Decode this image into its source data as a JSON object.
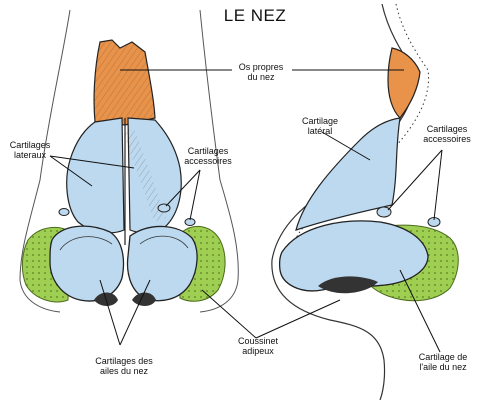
{
  "title": "LE NEZ",
  "colors": {
    "bone": "#e8924a",
    "cartilage": "#bcd9ef",
    "fat": "#9fcf52",
    "outline": "#222222",
    "skin": "#ffffff"
  },
  "labels": {
    "os_propres": "Os propres\ndu nez",
    "cartilages_lateraux": "Cartilages\nlateraux",
    "cartilages_accessoires_front": "Cartilages\naccessoires",
    "cartilage_lateral": "Cartilage\nlatéral",
    "cartilages_accessoires_side": "Cartilages\naccessoires",
    "cartilages_ailes": "Cartilages des\nailes du nez",
    "coussinet_adipeux": "Coussinet\nadipeux",
    "cartilage_aile": "Cartilage de\nl'aile du nez"
  }
}
